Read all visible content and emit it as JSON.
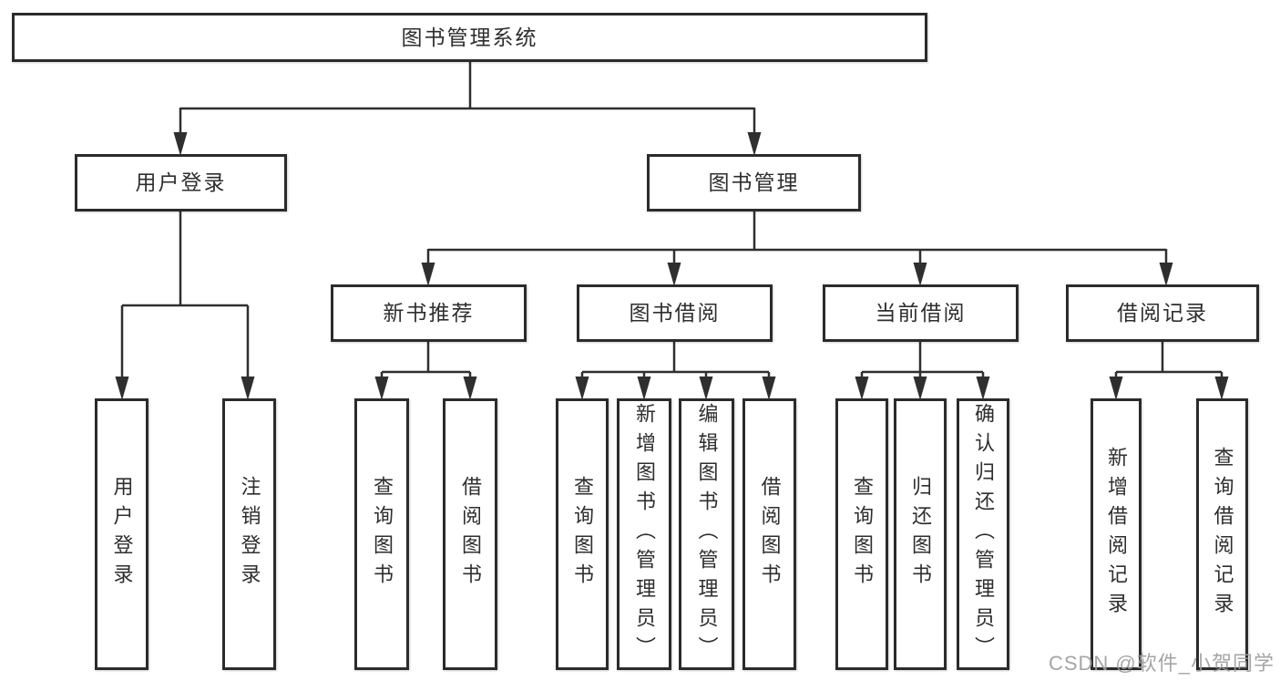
{
  "colors": {
    "line": "#2f2f2f",
    "box_border": "#2b2b2b",
    "text": "#2e2e2e",
    "background": "#ffffff",
    "watermark_text": "#9e9e9e"
  },
  "tree": {
    "root": {
      "label": "图书管理系统"
    },
    "branches": [
      {
        "label": "用户登录",
        "children": [
          {
            "label": "用户登录"
          },
          {
            "label": "注销登录"
          }
        ]
      },
      {
        "label": "图书管理",
        "children": [
          {
            "label": "新书推荐",
            "children": [
              {
                "label": "查询图书"
              },
              {
                "label": "借阅图书"
              }
            ]
          },
          {
            "label": "图书借阅",
            "children": [
              {
                "label": "查询图书"
              },
              {
                "label": "新增图书（管理员）"
              },
              {
                "label": "编辑图书（管理员）"
              },
              {
                "label": "借阅图书"
              }
            ]
          },
          {
            "label": "当前借阅",
            "children": [
              {
                "label": "查询图书"
              },
              {
                "label": "归还图书"
              },
              {
                "label": "确认归还（管理员）"
              }
            ]
          },
          {
            "label": "借阅记录",
            "children": [
              {
                "label": "新增借阅记录"
              },
              {
                "label": "查询借阅记录"
              }
            ]
          }
        ]
      }
    ]
  },
  "watermark": {
    "text": "CSDN @软件_小贺同学"
  }
}
